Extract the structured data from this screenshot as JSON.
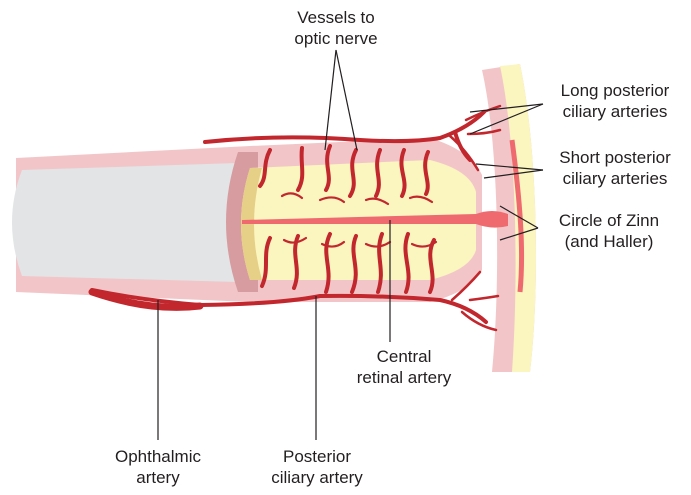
{
  "labels": {
    "vessels_to_optic_nerve": [
      "Vessels to",
      "optic nerve"
    ],
    "long_posterior_ciliary": [
      "Long posterior",
      "ciliary arteries"
    ],
    "short_posterior_ciliary": [
      "Short posterior",
      "ciliary arteries"
    ],
    "circle_of_zinn": [
      "Circle of Zinn",
      "(and Haller)"
    ],
    "central_retinal_artery": [
      "Central",
      "retinal artery"
    ],
    "ophthalmic_artery": [
      "Ophthalmic",
      "artery"
    ],
    "posterior_ciliary_artery": [
      "Posterior",
      "ciliary artery"
    ]
  },
  "colors": {
    "artery": "#c1272d",
    "sheath": "#f2c6c8",
    "sheath_dark": "#d79c9f",
    "nerve": "#fbf5c0",
    "nerve_end": "#e6cf86",
    "cut_grey": "#e3e4e6",
    "leader": "#231f20",
    "central_artery": "#ee6a6f"
  }
}
